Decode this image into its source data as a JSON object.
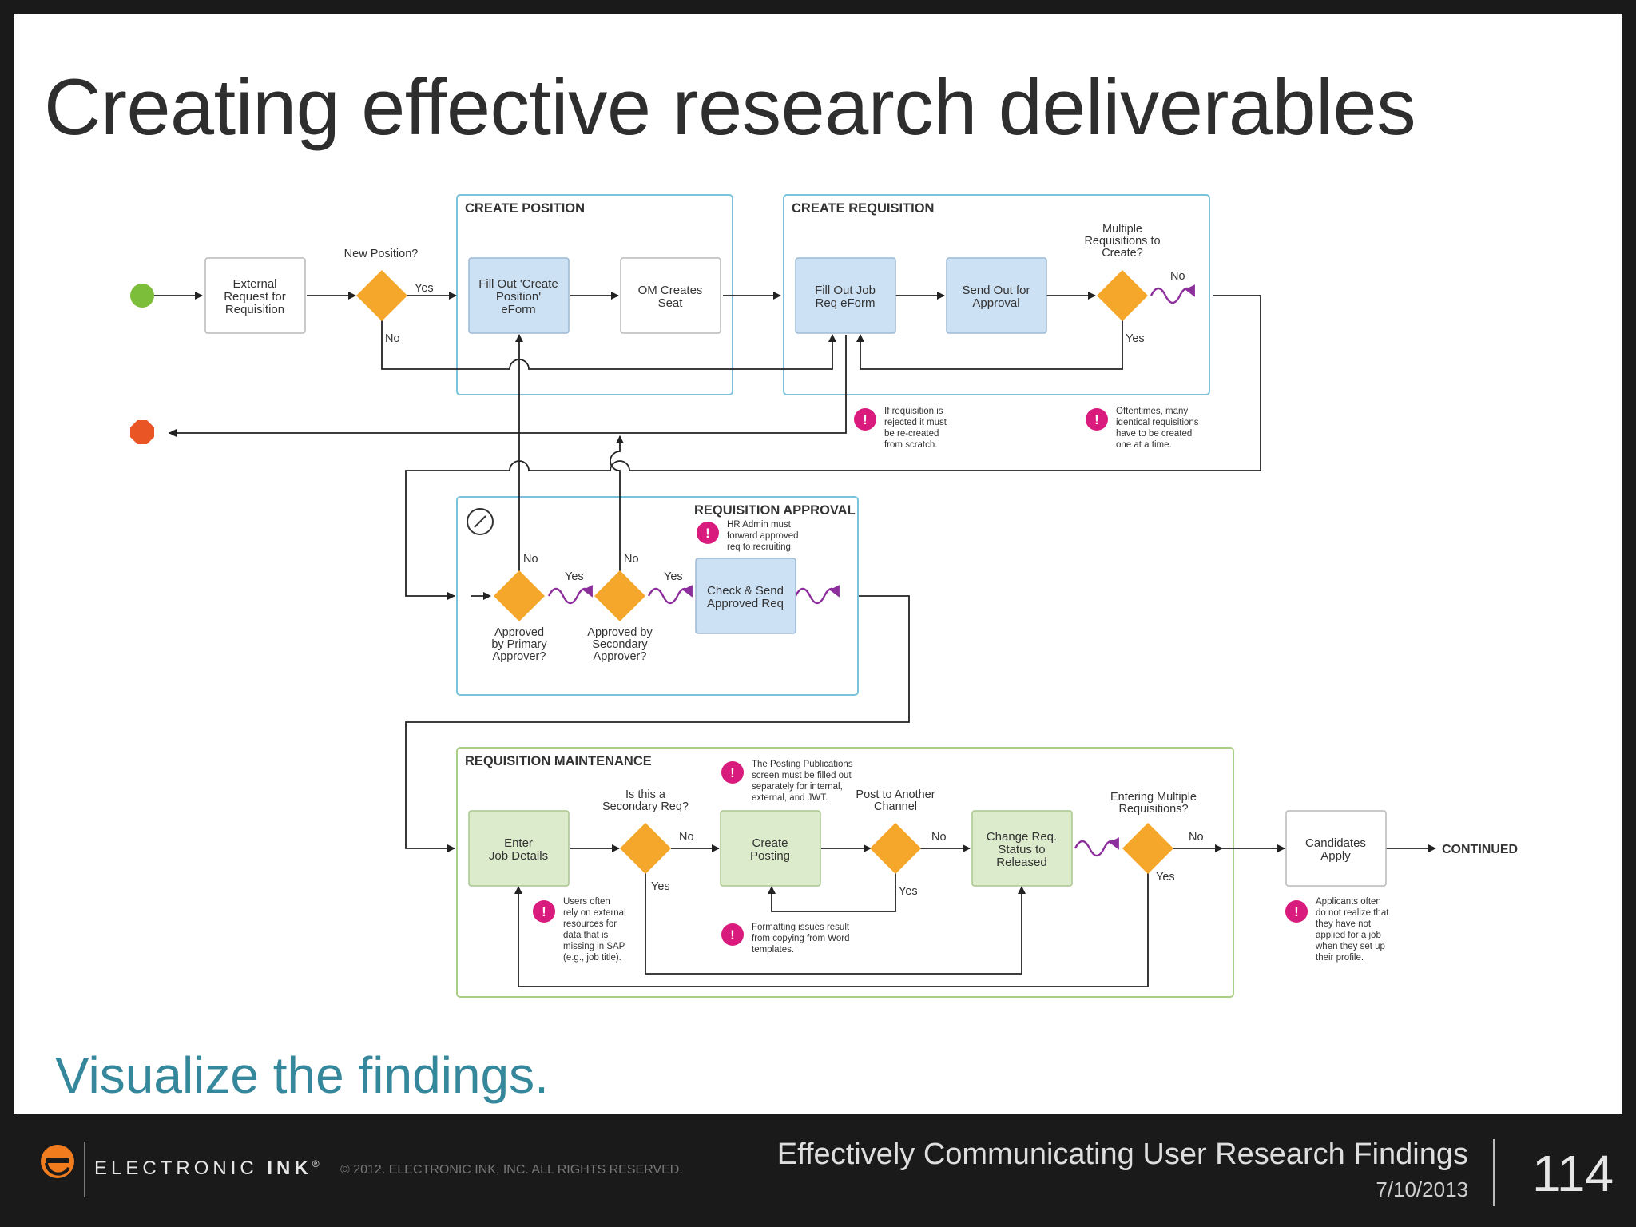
{
  "slide": {
    "title": "Creating effective research deliverables",
    "subtitle": "Visualize the findings."
  },
  "diagram": {
    "sections": {
      "create_position": "CREATE POSITION",
      "create_requisition": "CREATE REQUISITION",
      "requisition_approval": "REQUISITION APPROVAL",
      "requisition_maintenance": "REQUISITION MAINTENANCE"
    },
    "boxes": {
      "external_request": [
        "External",
        "Request for",
        "Requisition"
      ],
      "fill_out_create_position": [
        "Fill Out 'Create",
        "Position'",
        "eForm"
      ],
      "om_creates_seat": [
        "OM Creates",
        "Seat"
      ],
      "fill_out_job_req": [
        "Fill Out Job",
        "Req eForm"
      ],
      "send_out_for_approval": [
        "Send Out for",
        "Approval"
      ],
      "check_send_approved": [
        "Check & Send",
        "Approved Req"
      ],
      "enter_job_details": [
        "Enter",
        "Job Details"
      ],
      "create_posting": [
        "Create",
        "Posting"
      ],
      "change_req_status": [
        "Change Req.",
        "Status to",
        "Released"
      ],
      "candidates_apply": [
        "Candidates",
        "Apply"
      ]
    },
    "decisions": {
      "new_position": [
        "New Position?"
      ],
      "multiple_requisitions": [
        "Multiple",
        "Requisitions to",
        "Create?"
      ],
      "approved_primary": [
        "Approved",
        "by Primary",
        "Approver?"
      ],
      "approved_secondary": [
        "Approved by",
        "Secondary",
        "Approver?"
      ],
      "secondary_req": [
        "Is this a",
        "Secondary Req?"
      ],
      "post_another_channel": [
        "Post to Another",
        "Channel"
      ],
      "entering_multiple": [
        "Entering Multiple",
        "Requisitions?"
      ]
    },
    "edge_labels": {
      "yes": "Yes",
      "no": "No",
      "continued": "CONTINUED"
    },
    "notes": {
      "requisition_rejected": [
        "If requisition is",
        "rejected it must",
        "be re-created",
        "from scratch."
      ],
      "identical_requisitions": [
        "Oftentimes, many",
        "identical requisitions",
        "have to be created",
        "one at a time."
      ],
      "hr_admin": [
        "HR Admin must",
        "forward approved",
        "req to recruiting."
      ],
      "posting_publications": [
        "The Posting Publications",
        "screen must be filled out",
        "separately for internal,",
        "external, and JWT."
      ],
      "users_external": [
        "Users often",
        "rely on external",
        "resources for",
        "data that is",
        "missing in SAP",
        "(e.g., job title)."
      ],
      "formatting_issues": [
        "Formatting issues result",
        "from copying from Word",
        "templates."
      ],
      "applicants": [
        "Applicants often",
        "do not realize that",
        "they have not",
        "applied for a job",
        "when they set up",
        "their profile."
      ]
    },
    "colors": {
      "start": "#7cbd3a",
      "end": "#ea5525",
      "decision": "#f5a72c",
      "blue_box": "#cde1f4",
      "green_box": "#dcebcc",
      "blue_frame": "#7bc3dd",
      "green_frame": "#a9cf85",
      "note_icon": "#d81b7c",
      "wavy_arrow": "#8c2e9b"
    }
  },
  "footer": {
    "logo_letter": "e",
    "brand_light": "ELECTRONIC ",
    "brand_bold": "INK",
    "brand_reg": "®",
    "copyright": "© 2012. ELECTRONIC INK, INC. ALL RIGHTS RESERVED.",
    "deck_title": "Effectively Communicating User Research Findings",
    "date": "7/10/2013",
    "page_number": "114"
  }
}
